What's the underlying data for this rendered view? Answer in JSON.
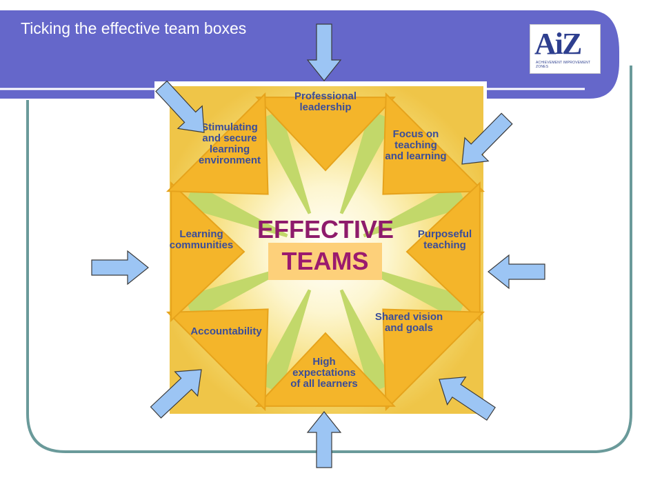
{
  "slide": {
    "title": "Ticking the effective team boxes",
    "logo_text": "AiZ",
    "logo_subtext": "ACHIEVEMENT IMPROVEMENT ZONES"
  },
  "diagram": {
    "center_title": "EFFECTIVE",
    "center_subtitle": "TEAMS",
    "segments": [
      {
        "id": "professional-leadership",
        "lines": [
          "Professional",
          "leadership"
        ]
      },
      {
        "id": "focus-on-teaching",
        "lines": [
          "Focus on",
          "teaching",
          "and learning"
        ]
      },
      {
        "id": "purposeful-teaching",
        "lines": [
          "Purposeful",
          "teaching"
        ]
      },
      {
        "id": "shared-vision",
        "lines": [
          "Shared vision",
          "and goals"
        ]
      },
      {
        "id": "high-expectations",
        "lines": [
          "High",
          "expectations",
          "of all learners"
        ]
      },
      {
        "id": "accountability",
        "lines": [
          "Accountability"
        ]
      },
      {
        "id": "learning-communities",
        "lines": [
          "Learning",
          "communities"
        ]
      },
      {
        "id": "stimulating-environment",
        "lines": [
          "Stimulating",
          "and secure",
          "learning",
          "environment"
        ]
      }
    ]
  },
  "colors": {
    "header_bar": "#6567ca",
    "frame_border": "#6a9a9a",
    "segment_fill": "#f4b52a",
    "segment_edge": "#e6a31c",
    "segment_text": "#3a4d9a",
    "spoke_green": "#c2d86a",
    "effective_text": "#8e1b6b",
    "arrow_fill": "#9cc5f4",
    "arrow_stroke": "#3a3a3a"
  }
}
